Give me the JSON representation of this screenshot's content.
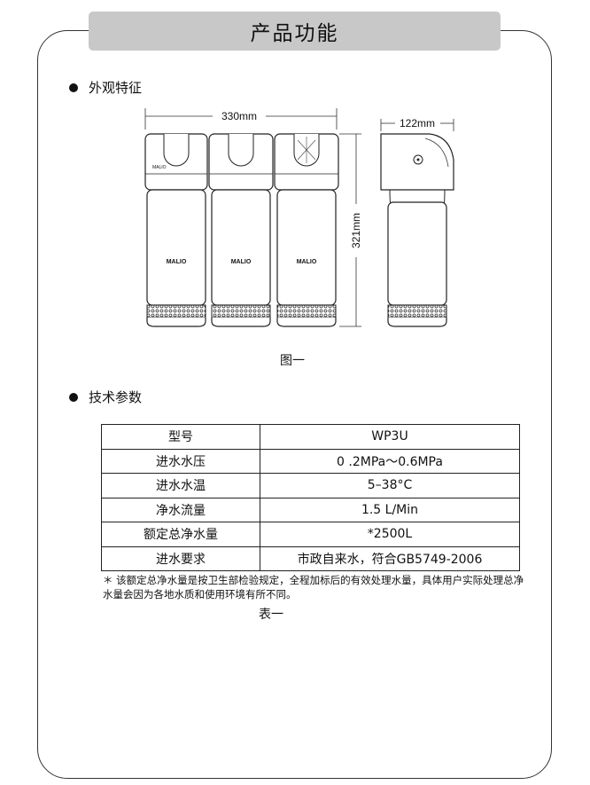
{
  "header": {
    "title": "产品功能"
  },
  "sections": {
    "appearance": "外观特征",
    "tech": "技术参数"
  },
  "figure": {
    "width_label": "330mm",
    "height_label": "321mm",
    "depth_label": "122mm",
    "brand": "MALIO",
    "caption": "图一"
  },
  "spec_table": {
    "rows": [
      {
        "key": "型号",
        "value": "WP3U"
      },
      {
        "key": "进水水压",
        "value": "0 .2MPa～0.6MPa"
      },
      {
        "key": "进水水温",
        "value": "5–38°C"
      },
      {
        "key": "净水流量",
        "value": "1.5 L/Min"
      },
      {
        "key": "额定总净水量",
        "value": "*2500L"
      },
      {
        "key": "进水要求",
        "value": "市政自来水，符合GB5749-2006"
      }
    ],
    "note": "＊ 该额定总净水量是按卫生部检验规定，全程加标后的有效处理水量，具体用户实际处理总净水量会因为各地水质和使用环境有所不同。",
    "caption": "表一"
  }
}
